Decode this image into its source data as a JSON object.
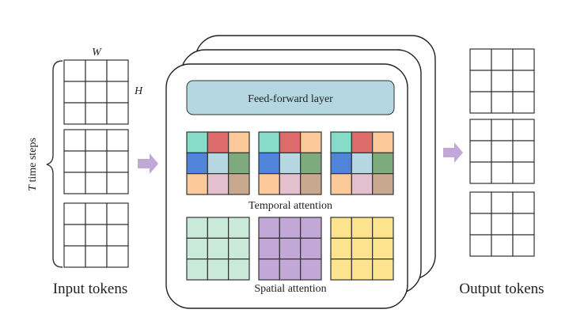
{
  "labels": {
    "width_symbol": "W",
    "height_symbol": "H",
    "time_symbol": "T",
    "time_steps": "time steps",
    "input_tokens": "Input tokens",
    "output_tokens": "Output tokens",
    "feed_forward": "Feed-forward layer",
    "temporal_attention": "Temporal attention",
    "spatial_attention": "Spatial attention"
  },
  "colors": {
    "feed_forward_fill": "#b4d7e1",
    "arrow": "#c2a8d6",
    "grid_line": "#333333",
    "temporal_grid": [
      [
        "#86dcc8",
        "#dd6b6b",
        "#fbc99a"
      ],
      [
        "#4f84d8",
        "#b4d7e1",
        "#7eab7e"
      ],
      [
        "#fbc99a",
        "#e4bfcd",
        "#c8a98f"
      ]
    ],
    "spatial_fills": [
      "#c9ead9",
      "#c2a8d6",
      "#fce38e"
    ]
  }
}
